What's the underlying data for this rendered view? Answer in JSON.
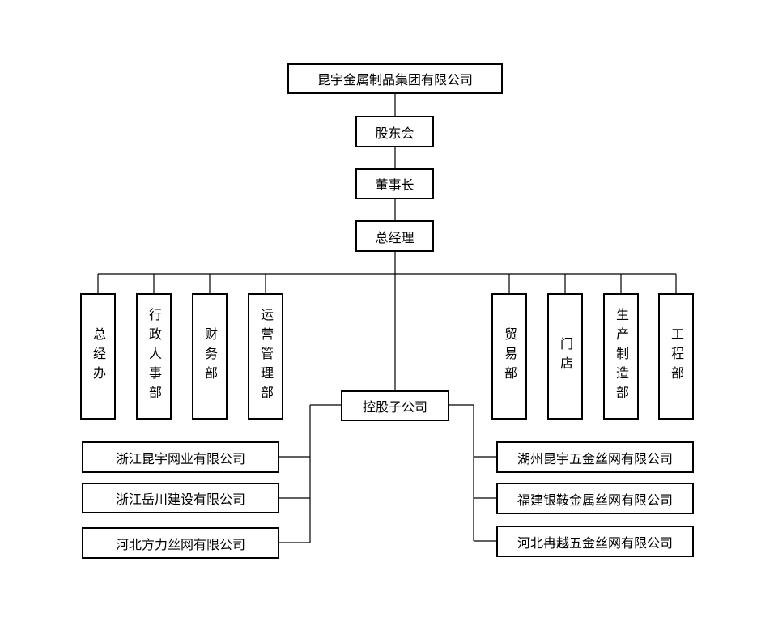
{
  "org_chart": {
    "company": "昆宇金属制品集团有限公司",
    "shareholders_meeting": "股东会",
    "chairman": "董事长",
    "general_manager": "总经理",
    "departments_left": [
      "总经办",
      "行政人事部",
      "财务部",
      "运营管理部"
    ],
    "departments_right": [
      "贸易部",
      "门店",
      "生产制造部",
      "工程部"
    ],
    "holding_subsidiaries": "控股子公司",
    "subsidiaries_left": [
      "浙江昆宇网业有限公司",
      "浙江岳川建设有限公司",
      "河北方力丝网有限公司"
    ],
    "subsidiaries_right": [
      "湖州昆宇五金丝网有限公司",
      "福建银鞍金属丝网有限公司",
      "河北冉越五金丝网有限公司"
    ]
  }
}
